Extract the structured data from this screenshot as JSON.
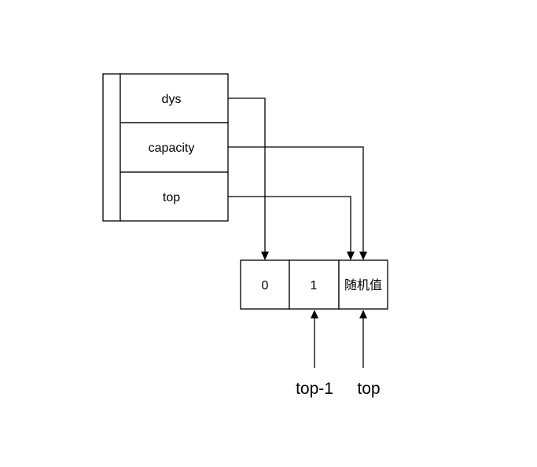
{
  "struct": {
    "fields": [
      "dys",
      "capacity",
      "top"
    ]
  },
  "array": {
    "cells": [
      "0",
      "1",
      "随机值"
    ]
  },
  "pointers": {
    "top_minus_1": "top-1",
    "top": "top"
  },
  "colors": {
    "line": "#000000",
    "background": "#ffffff"
  }
}
